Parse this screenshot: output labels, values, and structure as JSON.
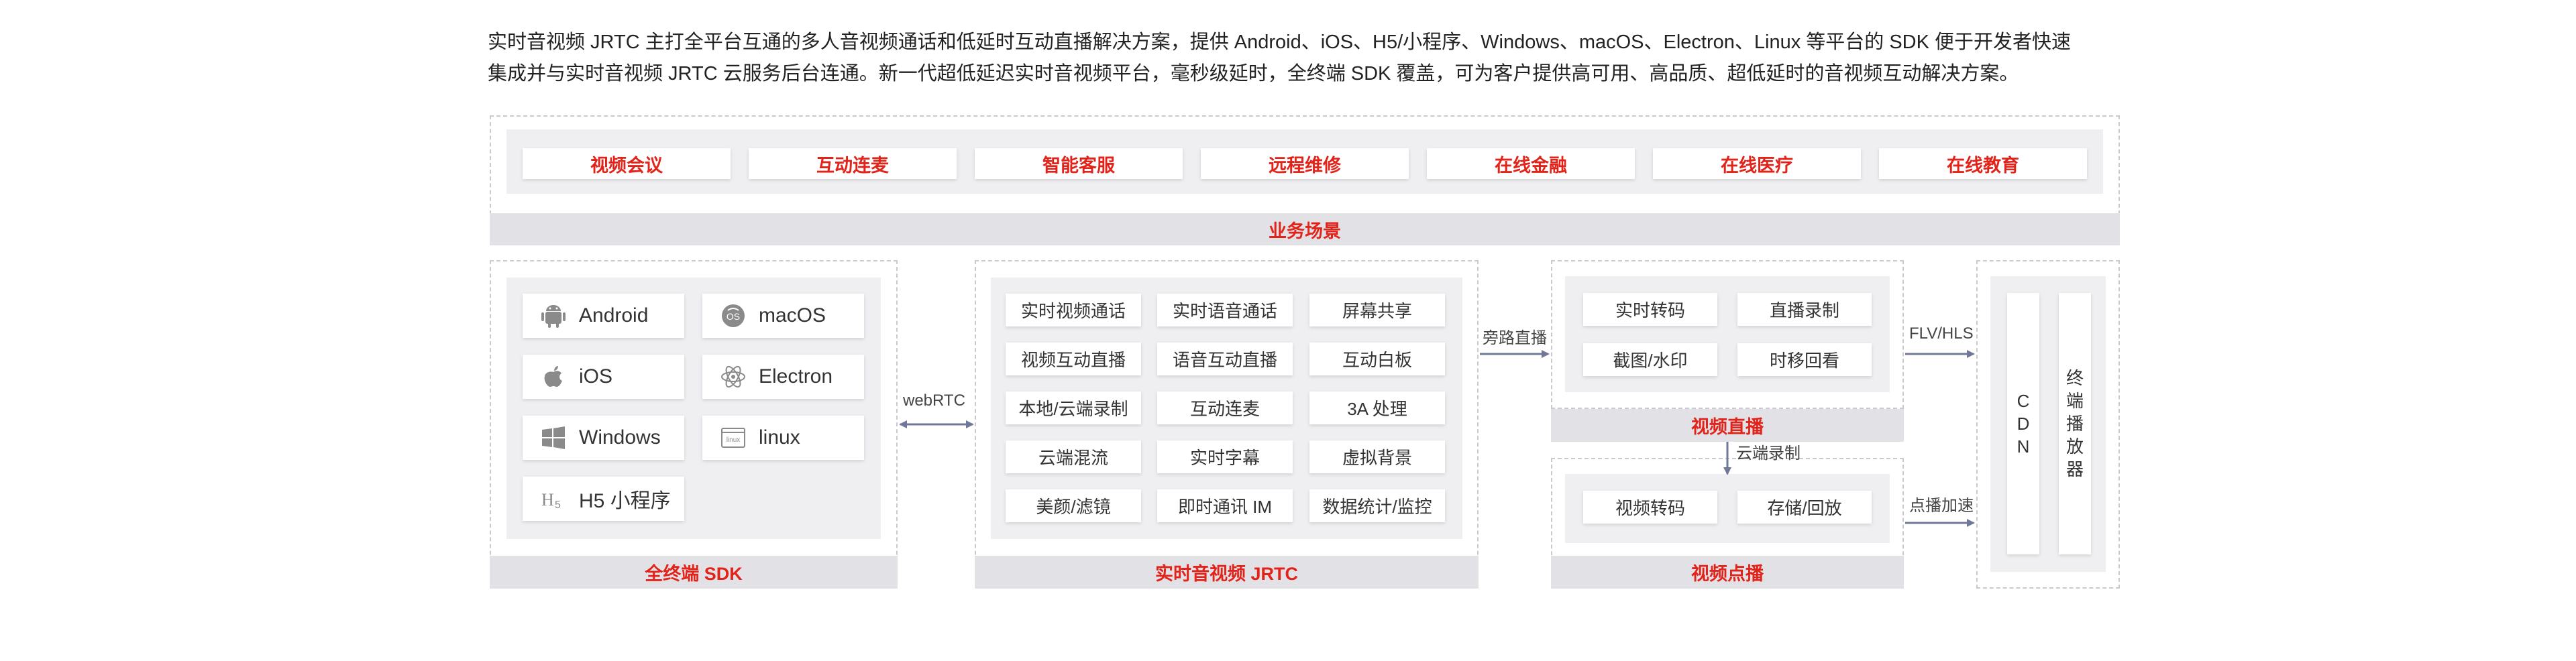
{
  "intro": {
    "line1": "实时音视频 JRTC 主打全平台互通的多人音视频通话和低延时互动直播解决方案，提供 Android、iOS、H5/小程序、Windows、macOS、Electron、Linux 等平台的 SDK 便于开发者快速",
    "line2": "集成并与实时音视频 JRTC 云服务后台连通。新一代超低延迟实时音视频平台，毫秒级延时，全终端 SDK 覆盖，可为客户提供高可用、高品质、超低延时的音视频互动解决方案。"
  },
  "scenarios": {
    "title": "业务场景",
    "items": [
      "视频会议",
      "互动连麦",
      "智能客服",
      "远程维修",
      "在线金融",
      "在线医疗",
      "在线教育"
    ]
  },
  "sdk": {
    "title": "全终端 SDK",
    "items": [
      {
        "label": "Android",
        "icon": "android-icon"
      },
      {
        "label": "macOS",
        "icon": "macos-icon"
      },
      {
        "label": "iOS",
        "icon": "apple-icon"
      },
      {
        "label": "Electron",
        "icon": "electron-icon"
      },
      {
        "label": "Windows",
        "icon": "windows-icon"
      },
      {
        "label": "linux",
        "icon": "linux-icon"
      },
      {
        "label": "H5 小程序",
        "icon": "h5-icon"
      }
    ]
  },
  "connectors": {
    "webrtc": "webRTC",
    "bypass": "旁路直播",
    "flv": "FLV/HLS",
    "cloud_record": "云端录制",
    "accelerate": "点播加速"
  },
  "jrtc": {
    "title": "实时音视频 JRTC",
    "items": [
      "实时视频通话",
      "实时语音通话",
      "屏幕共享",
      "视频互动直播",
      "语音互动直播",
      "互动白板",
      "本地/云端录制",
      "互动连麦",
      "3A 处理",
      "云端混流",
      "实时字幕",
      "虚拟背景",
      "美颜/滤镜",
      "即时通讯 IM",
      "数据统计/监控"
    ]
  },
  "live": {
    "title": "视频直播",
    "items": [
      "实时转码",
      "直播录制",
      "截图/水印",
      "时移回看"
    ]
  },
  "vod": {
    "title": "视频点播",
    "items": [
      "视频转码",
      "存储/回放"
    ]
  },
  "delivery": {
    "cdn": [
      "C",
      "D",
      "N"
    ],
    "player": [
      "终",
      "端",
      "播",
      "放",
      "器"
    ]
  },
  "colors": {
    "accent": "#e2231a",
    "bar": "#e1e1e6",
    "panel": "#efeff2",
    "arrow": "#6f7898"
  }
}
